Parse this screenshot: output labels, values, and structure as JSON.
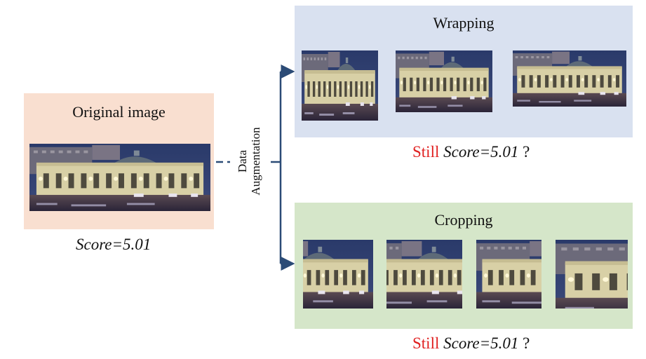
{
  "original": {
    "title": "Original image",
    "score_label": "Score=5.01"
  },
  "wrapping": {
    "title": "Wrapping",
    "still": "Still",
    "score_label": "Score=5.01",
    "question": "?"
  },
  "cropping": {
    "title": "Cropping",
    "still": "Still",
    "score_label": "Score=5.01",
    "question": "?"
  },
  "augmentation_label": [
    "Data",
    "Augmentation"
  ],
  "colors": {
    "arrow": "#2b4b76",
    "still": "#e02020",
    "orig_bg": "#f9dfd0",
    "wrap_bg": "#d9e1f0",
    "crop_bg": "#d5e6c9"
  }
}
